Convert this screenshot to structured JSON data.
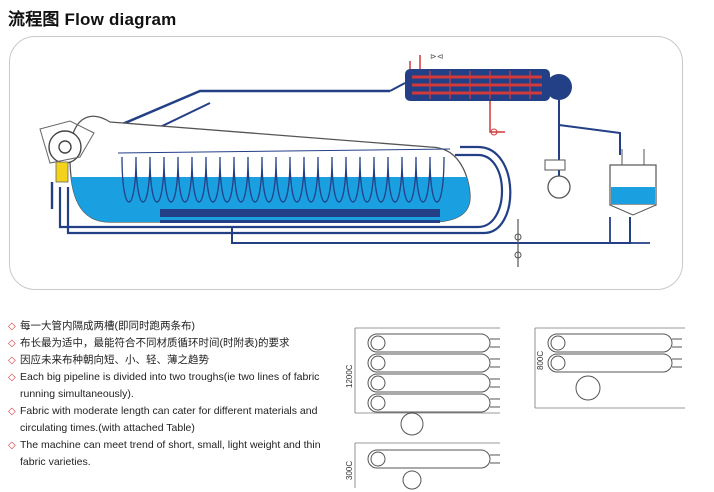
{
  "title": "流程图  Flow diagram",
  "bullet_symbol": "◇",
  "features": [
    "每一大管内隔成两槽(即同时跑两条布)",
    "布长最为适中，最能符合不同材质循环时间(时附表)的要求",
    "因应未来布种朝向短、小、轻、薄之趋势",
    "Each big pipeline is divided into two troughs(ie two lines of fabric running simultaneously).",
    "Fabric with moderate length can cater for different materials and circulating times.(with attached Table)",
    "The machine can meet trend of short, small, light weight and thin fabric varieties."
  ],
  "configurations": [
    {
      "label": "1200C",
      "tubes": 4
    },
    {
      "label": "800C",
      "tubes": 2
    },
    {
      "label": "300C",
      "tubes": 1
    }
  ],
  "colors": {
    "pipe": "#233f86",
    "liquor": "#1aa0e0",
    "heater": "#d23a3a",
    "bullet": "#d5343a",
    "outline": "#555555"
  }
}
